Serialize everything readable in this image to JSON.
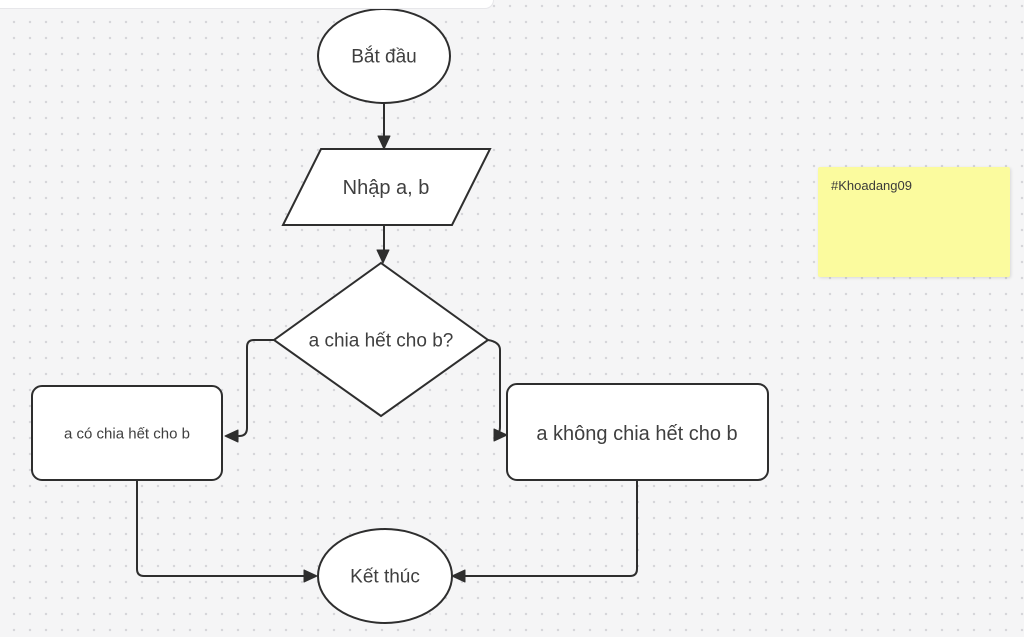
{
  "canvas": {
    "background_color": "#f5f5f6",
    "dot_color": "#d6d6da"
  },
  "flowchart": {
    "stroke_color": "#2e2e2e",
    "text_color": "#3f3f3f",
    "nodes": {
      "start": {
        "type": "ellipse",
        "label": "Bắt đầu"
      },
      "input": {
        "type": "parallelogram",
        "label": "Nhập a, b"
      },
      "decision": {
        "type": "diamond",
        "label": "a chia hết cho b?"
      },
      "yes": {
        "type": "rounded-rect",
        "label": "a có chia hết cho b"
      },
      "no": {
        "type": "rounded-rect",
        "label": "a không chia hết cho b"
      },
      "end": {
        "type": "ellipse",
        "label": "Kết thúc"
      }
    },
    "edges": [
      {
        "from": "start",
        "to": "input"
      },
      {
        "from": "input",
        "to": "decision"
      },
      {
        "from": "decision",
        "to": "yes"
      },
      {
        "from": "decision",
        "to": "no"
      },
      {
        "from": "yes",
        "to": "end"
      },
      {
        "from": "no",
        "to": "end"
      }
    ]
  },
  "sticky_note": {
    "text": "#Khoadang09",
    "background_color": "#fbfb9e"
  }
}
